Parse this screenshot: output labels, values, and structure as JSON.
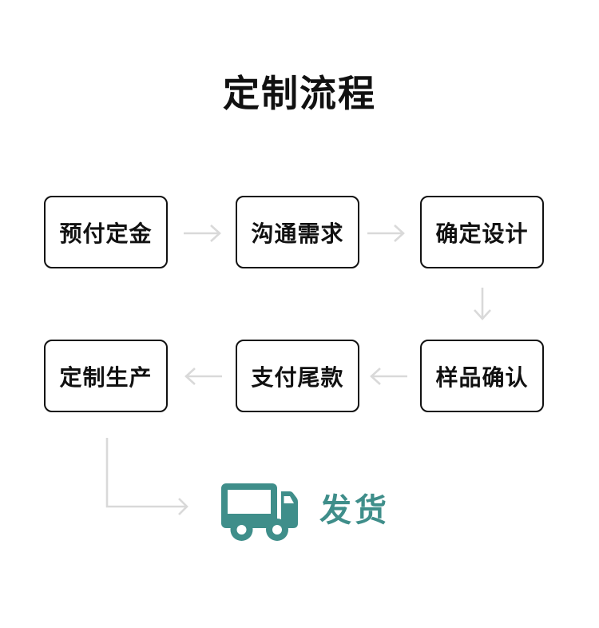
{
  "page": {
    "title": "定制流程"
  },
  "flow": {
    "row1": [
      {
        "label": "预付定金"
      },
      {
        "label": "沟通需求"
      },
      {
        "label": "确定设计"
      }
    ],
    "row2": [
      {
        "label": "定制生产"
      },
      {
        "label": "支付尾款"
      },
      {
        "label": "样品确认"
      }
    ],
    "shipping": {
      "label": "发货",
      "icon": "truck-icon"
    }
  },
  "colors": {
    "accent_teal": "#3F8E8A",
    "arrow_gray": "#D9D9D9",
    "box_border": "#111111",
    "title_text": "#111111",
    "background": "#FFFFFF"
  }
}
